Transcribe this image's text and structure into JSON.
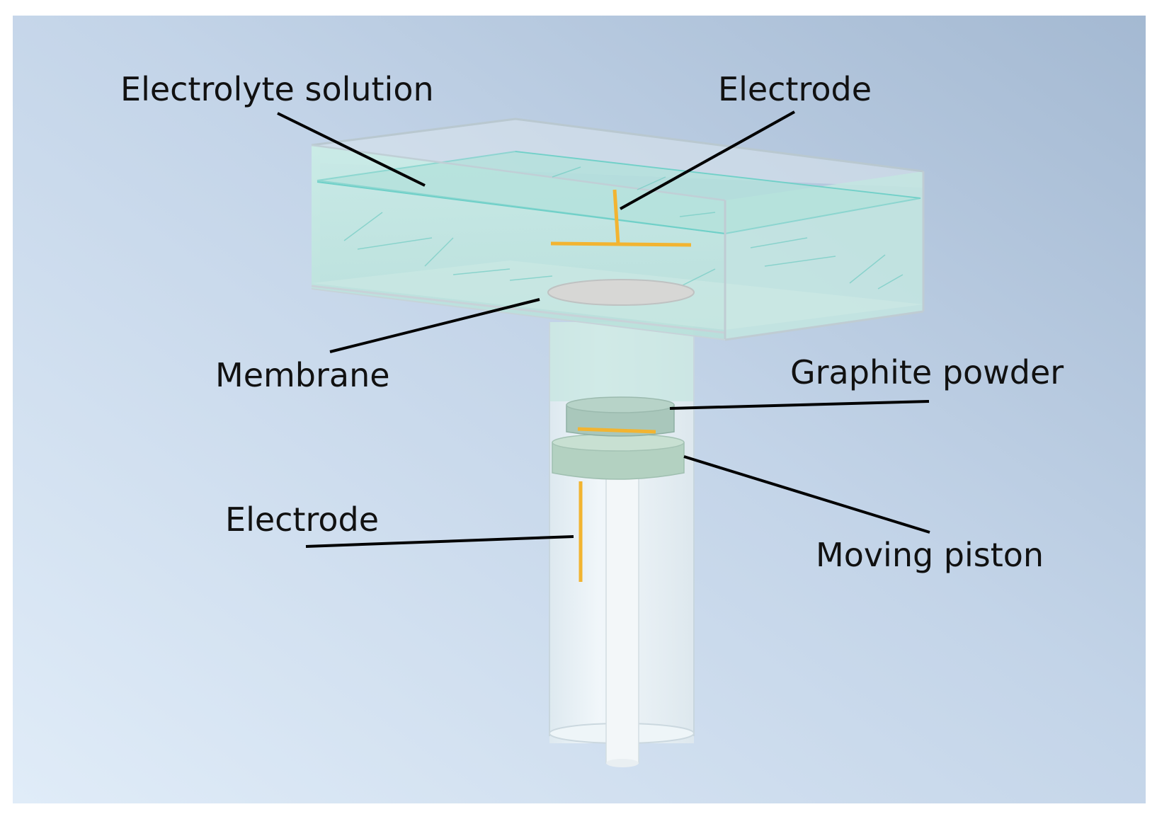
{
  "labels": {
    "electrolyte_solution": "Electrolyte solution",
    "electrode_top": "Electrode",
    "membrane": "Membrane",
    "graphite_powder": "Graphite powder",
    "electrode_bottom": "Electrode",
    "moving_piston": "Moving piston"
  },
  "colors": {
    "background_top": "#a9bfd7",
    "background_bottom": "#dde9f7",
    "solution": "#b9e3df",
    "electrode": "#f2b431",
    "piston": "#b5d3c4",
    "tube": "#e8f2f6",
    "leader_line": "#000000"
  }
}
